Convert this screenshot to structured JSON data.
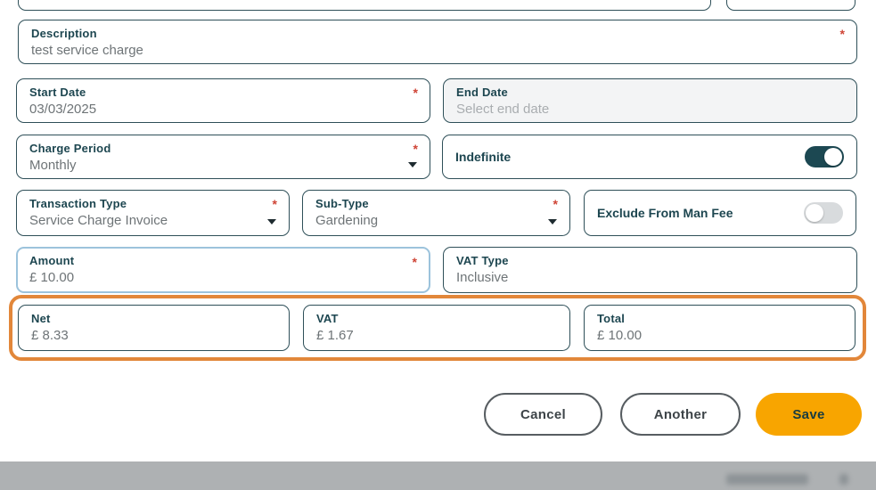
{
  "form": {
    "fields": {
      "description": {
        "label": "Description",
        "value": "test service charge",
        "required": true
      },
      "start_date": {
        "label": "Start Date",
        "value": "03/03/2025",
        "required": true
      },
      "end_date": {
        "label": "End Date",
        "placeholder": "Select end date",
        "required": false
      },
      "charge_period": {
        "label": "Charge Period",
        "value": "Monthly",
        "required": true
      },
      "indefinite": {
        "label": "Indefinite",
        "state": "on"
      },
      "transaction_type": {
        "label": "Transaction Type",
        "value": "Service Charge Invoice",
        "required": true
      },
      "sub_type": {
        "label": "Sub-Type",
        "value": "Gardening",
        "required": true
      },
      "exclude_man_fee": {
        "label": "Exclude From Man Fee",
        "state": "off"
      },
      "amount": {
        "label": "Amount",
        "value": "£ 10.00",
        "required": true
      },
      "vat_type": {
        "label": "VAT Type",
        "value": "Inclusive",
        "required": false
      },
      "net": {
        "label": "Net",
        "value": "£ 8.33"
      },
      "vat": {
        "label": "VAT",
        "value": "£ 1.67"
      },
      "total": {
        "label": "Total",
        "value": "£ 10.00"
      }
    },
    "required_marker": "*",
    "buttons": {
      "cancel": "Cancel",
      "another": "Another",
      "save": "Save"
    },
    "colors": {
      "highlight_orange": "#E2873A",
      "save_button": "#F8A500",
      "label_teal": "#1D4650",
      "required_red": "#CF4436",
      "toggle_on": "#1C4852",
      "focus_blue": "#9CC3DC",
      "field_border": "#2E4F58"
    }
  }
}
